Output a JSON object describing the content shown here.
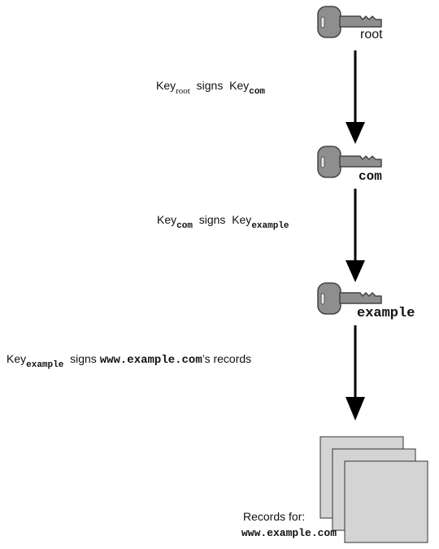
{
  "keys": [
    {
      "label": "root"
    },
    {
      "label": "com"
    },
    {
      "label": "example"
    }
  ],
  "signing": [
    {
      "prefix": "Key",
      "signer": "root",
      "verb": "signs",
      "target_prefix": "Key",
      "target": "com"
    },
    {
      "prefix": "Key",
      "signer": "com",
      "verb": "signs",
      "target_prefix": "Key",
      "target": "example"
    },
    {
      "prefix": "Key",
      "signer": "example",
      "verb": "signs",
      "target": "www.example.com",
      "suffix": "’s records"
    }
  ],
  "records": {
    "caption": "Records for:",
    "domain": "www.example.com"
  },
  "colors": {
    "key_fill": "#8e8e8e",
    "key_stroke": "#444444",
    "page_fill": "#d4d4d4",
    "arrow": "#000000"
  }
}
